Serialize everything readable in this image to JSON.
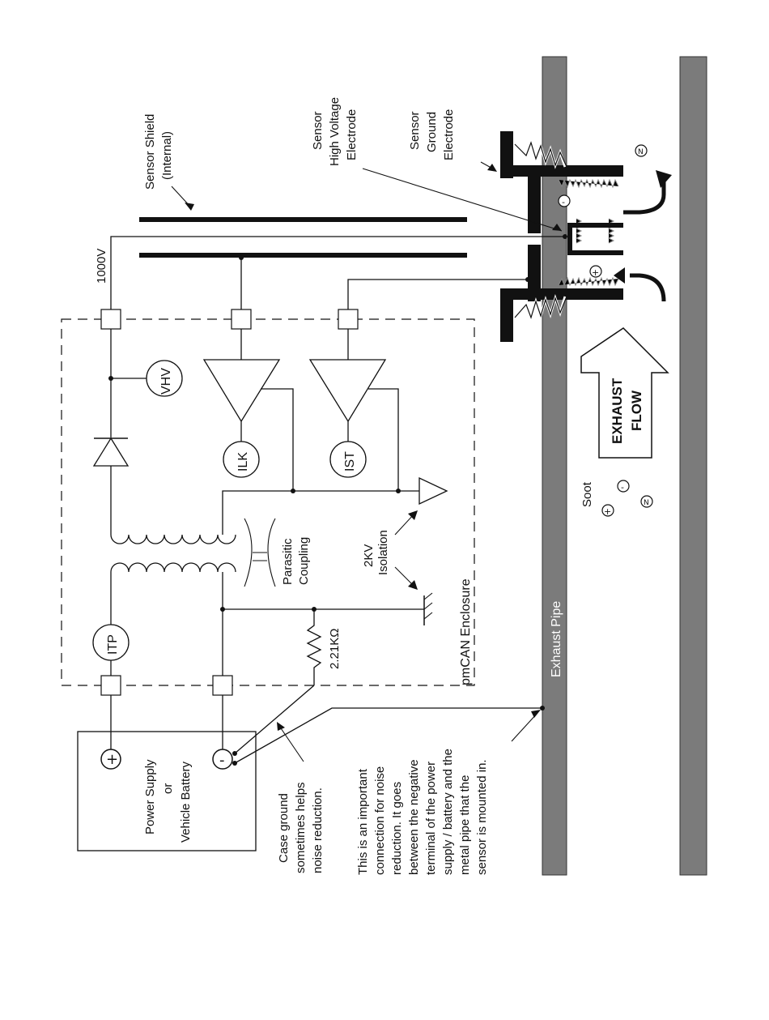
{
  "labels": {
    "sensor_shield": "Sensor Shield",
    "sensor_shield_sub": "(Internal)",
    "hv_electrode_1": "Sensor",
    "hv_electrode_2": "High Voltage",
    "hv_electrode_3": "Electrode",
    "gnd_electrode_1": "Sensor",
    "gnd_electrode_2": "Ground",
    "gnd_electrode_3": "Electrode",
    "voltage": "1000V",
    "vhv": "VHV",
    "ilk": "ILK",
    "ist": "IST",
    "itp": "ITP",
    "parasitic_1": "Parasitic",
    "parasitic_2": "Coupling",
    "isolation_1": "2KV",
    "isolation_2": "Isolation",
    "resistor": "2.21KΩ",
    "enclosure": "pmCAN Enclosure",
    "exhaust_pipe": "Exhaust Pipe",
    "exhaust_flow_1": "EXHAUST",
    "exhaust_flow_2": "FLOW",
    "soot": "Soot",
    "power_1": "Power Supply",
    "power_2": "or",
    "power_3": "Vehicle Battery",
    "plus": "+",
    "minus": "-",
    "n": "N",
    "case_ground": [
      "Case ground",
      "sometimes helps",
      "noise reduction."
    ],
    "connection_note": [
      "This is an important",
      "connection for noise",
      "reduction. It goes",
      "between the negative",
      "terminal of the power",
      "supply / battery and the",
      "metal pipe that the",
      "sensor is mounted in."
    ]
  }
}
